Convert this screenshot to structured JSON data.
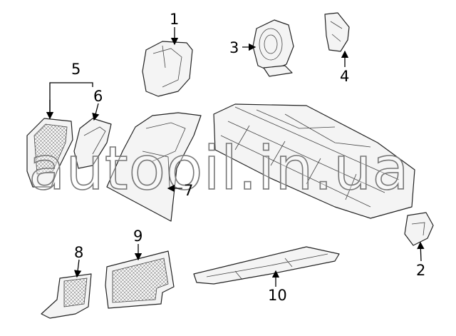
{
  "diagram": {
    "callouts": [
      "1",
      "2",
      "3",
      "4",
      "5",
      "6",
      "7",
      "8",
      "9",
      "10"
    ],
    "watermark": "autooil.in.ua"
  }
}
